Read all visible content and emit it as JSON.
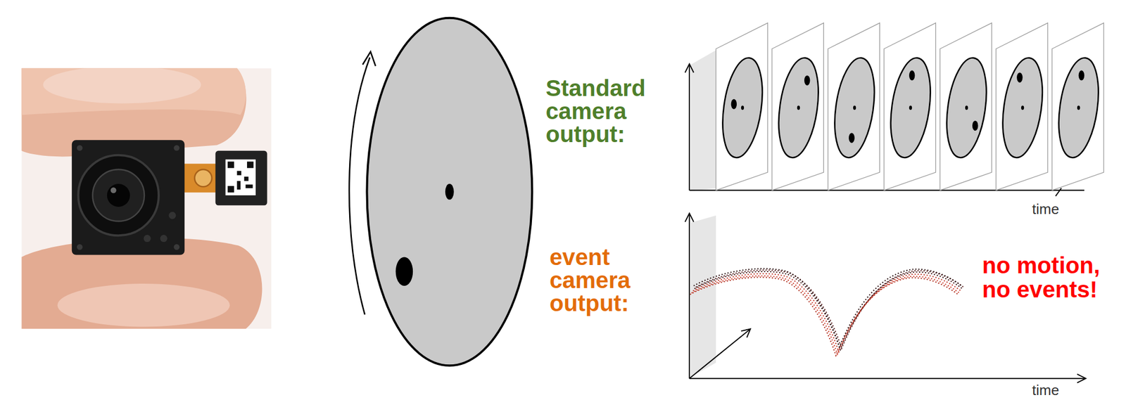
{
  "diagram": {
    "labels": [
      "Standard camera output:",
      "time",
      "event camera output:",
      "no motion, no events!",
      "time"
    ]
  }
}
